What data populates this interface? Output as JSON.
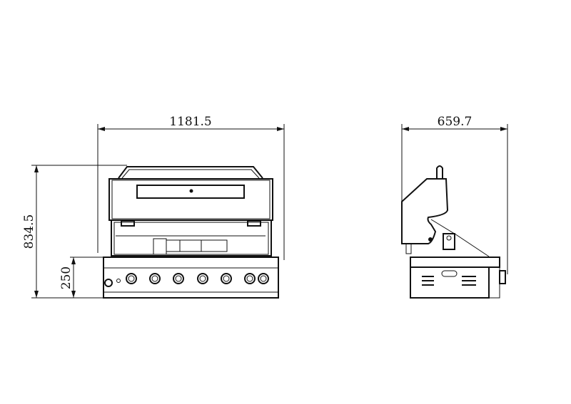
{
  "drawing": {
    "front_view": {
      "width_label": "1181.5",
      "height_label": "834.5",
      "base_height_label": "250",
      "knob_count": 7
    },
    "side_view": {
      "depth_label": "659.7"
    },
    "line_color": "#111111",
    "background": "#ffffff"
  }
}
